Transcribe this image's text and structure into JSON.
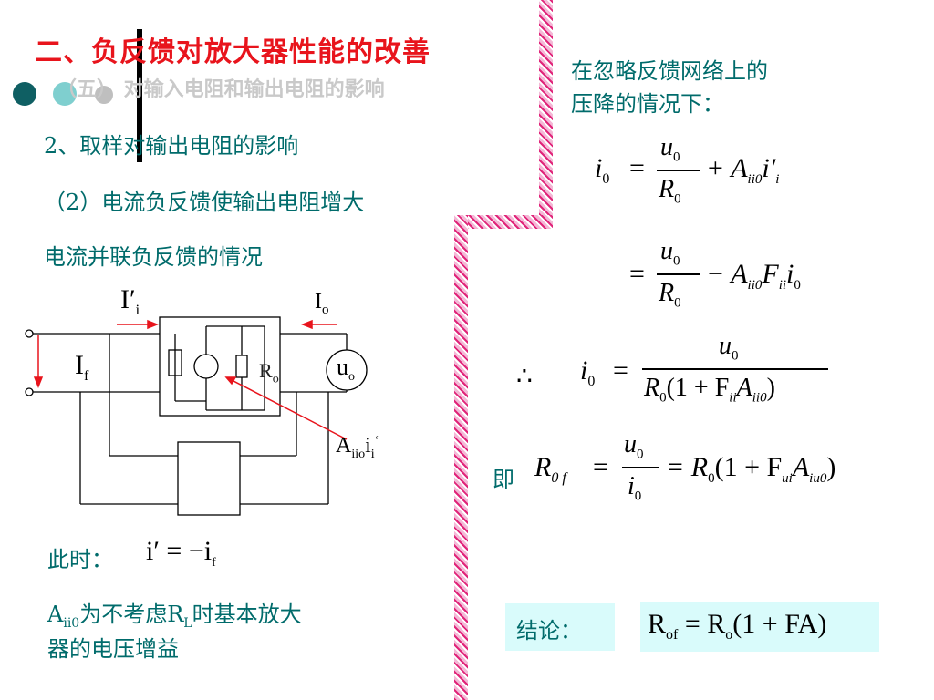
{
  "title": "二、负反馈对放大器性能的改善",
  "subtitle": "（五） 对输入电阻和输出电阻的影响",
  "left": {
    "line1": "2、取样对输出电阻的影响",
    "line2": "（2）电流负反馈使输出电阻增大",
    "line3": "电流并联负反馈的情况",
    "now_label": "此时：",
    "now_eq": "i′ = −i",
    "now_eq_sub_i": "i",
    "now_eq_sub_f": "f",
    "gain_A": "A",
    "gain_sub": "ii0",
    "gain_mid": "为不考虑R",
    "gain_sub_L": "L",
    "gain_rest": "时基本放大",
    "gain_line2": "器的电压增益"
  },
  "circuit": {
    "Ii": "I′",
    "Ii_sub": "i",
    "Io": "I",
    "Io_sub": "o",
    "If": "I",
    "If_sub": "f",
    "Ro": "R",
    "Ro_sub": "o",
    "uo": "u",
    "uo_sub": "o",
    "Aiio": "A",
    "Aiio_sub": "iio",
    "Aiio_i": "i",
    "Aiio_i_sub": "i",
    "Aiio_tick": "‘"
  },
  "right": {
    "intro1": "在忽略反馈网络上的",
    "intro2": "压降的情况下：",
    "therefore": "∴",
    "ji": "即",
    "conclusion": "结论："
  },
  "equations": {
    "eq1_lhs": "i",
    "eq1_lhs_sub": "0",
    "eq1_eq": "=",
    "eq1_num": "u",
    "eq1_num_sub": "0",
    "eq1_den": "R",
    "eq1_den_sub": "0",
    "eq1_plus": "+ A",
    "eq1_A_sub": "ii0",
    "eq1_i": "i′",
    "eq1_i_sub": "i",
    "eq2_eq": "=",
    "eq2_num": "u",
    "eq2_num_sub": "0",
    "eq2_den": "R",
    "eq2_den_sub": "0",
    "eq2_minus": "− A",
    "eq2_A_sub": "ii0",
    "eq2_F": "F",
    "eq2_F_sub": "ii",
    "eq2_i": "i",
    "eq2_i_sub": "0",
    "eq3_lhs": "i",
    "eq3_lhs_sub": "0",
    "eq3_eq": "=",
    "eq3_num": "u",
    "eq3_num_sub": "0",
    "eq3_den_R": "R",
    "eq3_den_R_sub": "0",
    "eq3_den_open": "(1 + F",
    "eq3_den_F_sub": "ii",
    "eq3_den_A": "A",
    "eq3_den_A_sub": "ii0",
    "eq3_den_close": ")",
    "eq4_lhs": "R",
    "eq4_lhs_sub": "0 f",
    "eq4_eq": "=",
    "eq4_num": "u",
    "eq4_num_sub": "0",
    "eq4_den": "i",
    "eq4_den_sub": "0",
    "eq4_eq2": "= R",
    "eq4_R_sub": "0",
    "eq4_open": "(1 + F",
    "eq4_F_sub": "ui",
    "eq4_A": "A",
    "eq4_A_sub": "iu0",
    "eq4_close": ")",
    "result_R": "R",
    "result_R_sub": "of",
    "result_rest": "= R",
    "result_o_sub": "o",
    "result_paren": "(1 + FA)"
  },
  "colors": {
    "title": "#e8141c",
    "text": "#006b6b",
    "subtitle": "#c9c9c9",
    "highlight": "#d9fbfb",
    "arrow": "#e8141c"
  }
}
